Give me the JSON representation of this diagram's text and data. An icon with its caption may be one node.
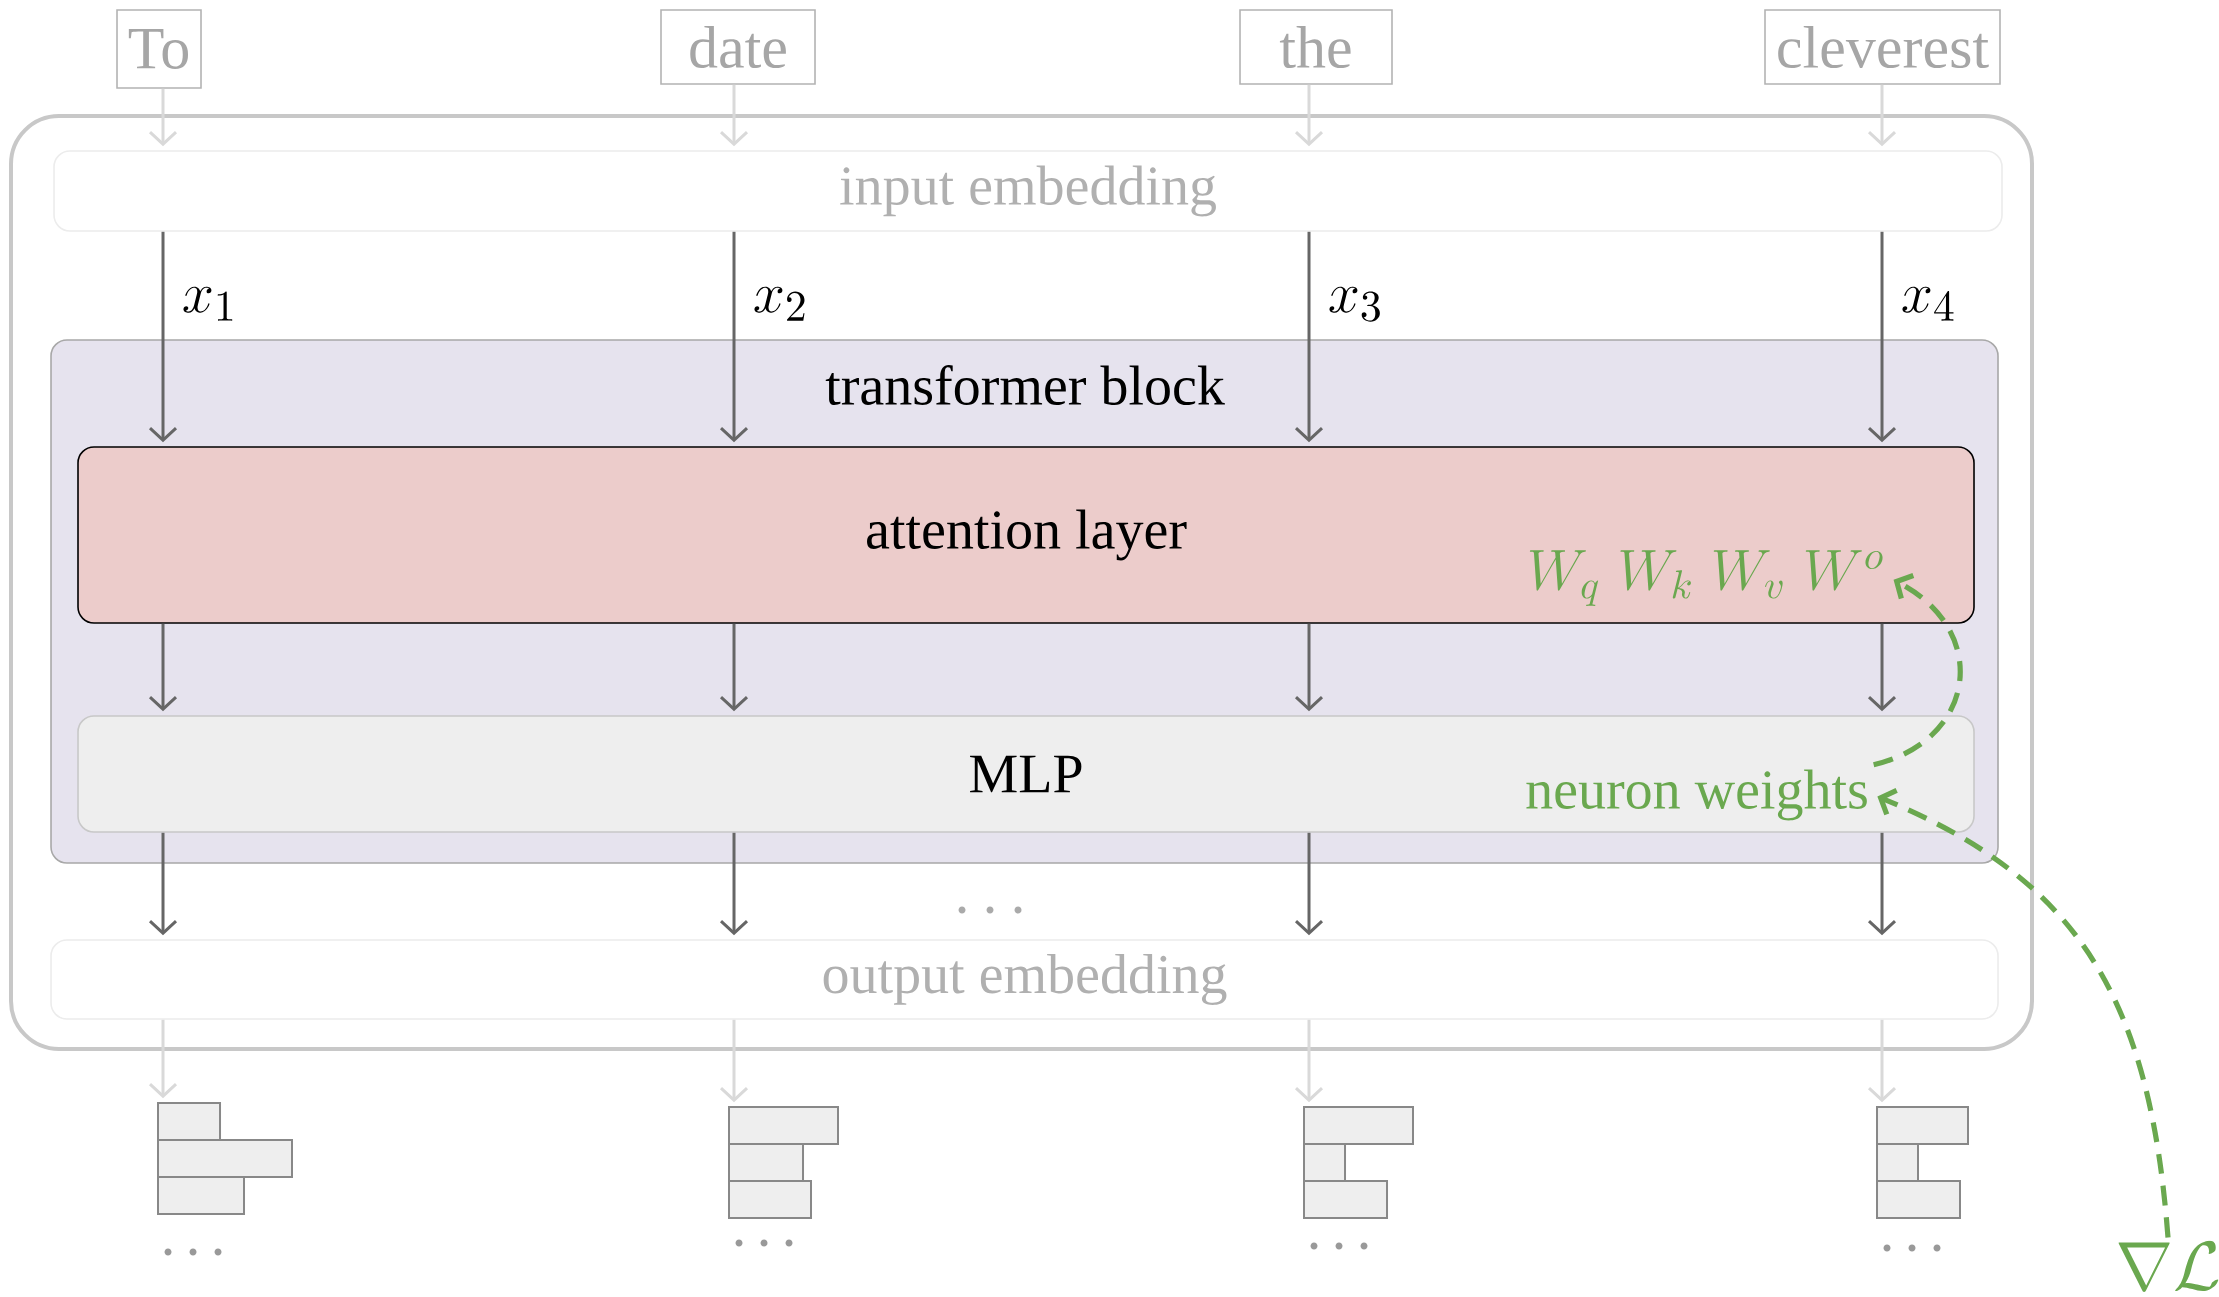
{
  "diagram": {
    "nodes": [
      {
        "text": [
          "To"
        ]
      },
      {
        "text": [
          "date"
        ]
      },
      {
        "text": [
          "the"
        ]
      },
      {
        "text": [
          "cleverest"
        ]
      },
      {
        "text": [],
        "shape": "box"
      },
      {
        "text": [
          "input embedding"
        ],
        "in": 4
      },
      {
        "text": [
          "transformer block"
        ],
        "in": 4
      },
      {
        "text": [
          "attention layer"
        ],
        "in": 6
      },
      {
        "text": [
          "W_q\\; W_k\\; W_v\\; W^o"
        ],
        "in": 7
      },
      {
        "text": [
          "MLP"
        ],
        "in": 6
      },
      {
        "text": [
          "neuron weights"
        ],
        "in": 9
      },
      {
        "text": [
          "output embedding"
        ],
        "in": 4
      },
      {
        "text": [],
        "shape": "bar"
      },
      {
        "text": [],
        "shape": "bar"
      },
      {
        "text": [],
        "shape": "bar"
      },
      {
        "text": [],
        "shape": "bar"
      },
      {
        "text": [
          "\\nabla\\mathcal{L}"
        ]
      }
    ],
    "edges": [
      {
        "from": 0,
        "to": 5,
        "arrow": "to",
        "color": "#d9d9d9"
      },
      {
        "from": 1,
        "to": 5,
        "arrow": "to",
        "color": "#d9d9d9"
      },
      {
        "from": 2,
        "to": 5,
        "arrow": "to",
        "color": "#d9d9d9"
      },
      {
        "from": 3,
        "to": 5,
        "arrow": "to",
        "color": "#d9d9d9"
      },
      {
        "from": 5,
        "to": 7,
        "arrow": "to",
        "label": "x_1"
      },
      {
        "from": 5,
        "to": 7,
        "arrow": "to",
        "label": "x_2"
      },
      {
        "from": 5,
        "to": 7,
        "arrow": "to",
        "label": "x_3"
      },
      {
        "from": 5,
        "to": 7,
        "arrow": "to",
        "label": "x_4"
      },
      {
        "from": 7,
        "to": 9,
        "arrow": "to"
      },
      {
        "from": 7,
        "to": 9,
        "arrow": "to"
      },
      {
        "from": 7,
        "to": 9,
        "arrow": "to"
      },
      {
        "from": 7,
        "to": 9,
        "arrow": "to"
      },
      {
        "from": 9,
        "to": 11,
        "arrow": "to"
      },
      {
        "from": 9,
        "to": 11,
        "arrow": "to"
      },
      {
        "from": 9,
        "to": 11,
        "arrow": "to"
      },
      {
        "from": 9,
        "to": 11,
        "arrow": "to"
      },
      {
        "from": 11,
        "to": 12,
        "arrow": "to",
        "color": "#d9d9d9"
      },
      {
        "from": 11,
        "to": 13,
        "arrow": "to",
        "color": "#d9d9d9"
      },
      {
        "from": 11,
        "to": 14,
        "arrow": "to",
        "color": "#d9d9d9"
      },
      {
        "from": 11,
        "to": 15,
        "arrow": "to",
        "color": "#d9d9d9"
      },
      {
        "from": 16,
        "to": 10,
        "arrow": "to",
        "style": "dashed",
        "color": "#6aa84f"
      },
      {
        "from": 10,
        "to": 8,
        "arrow": "to",
        "style": "dashed",
        "color": "#6aa84f"
      }
    ]
  }
}
